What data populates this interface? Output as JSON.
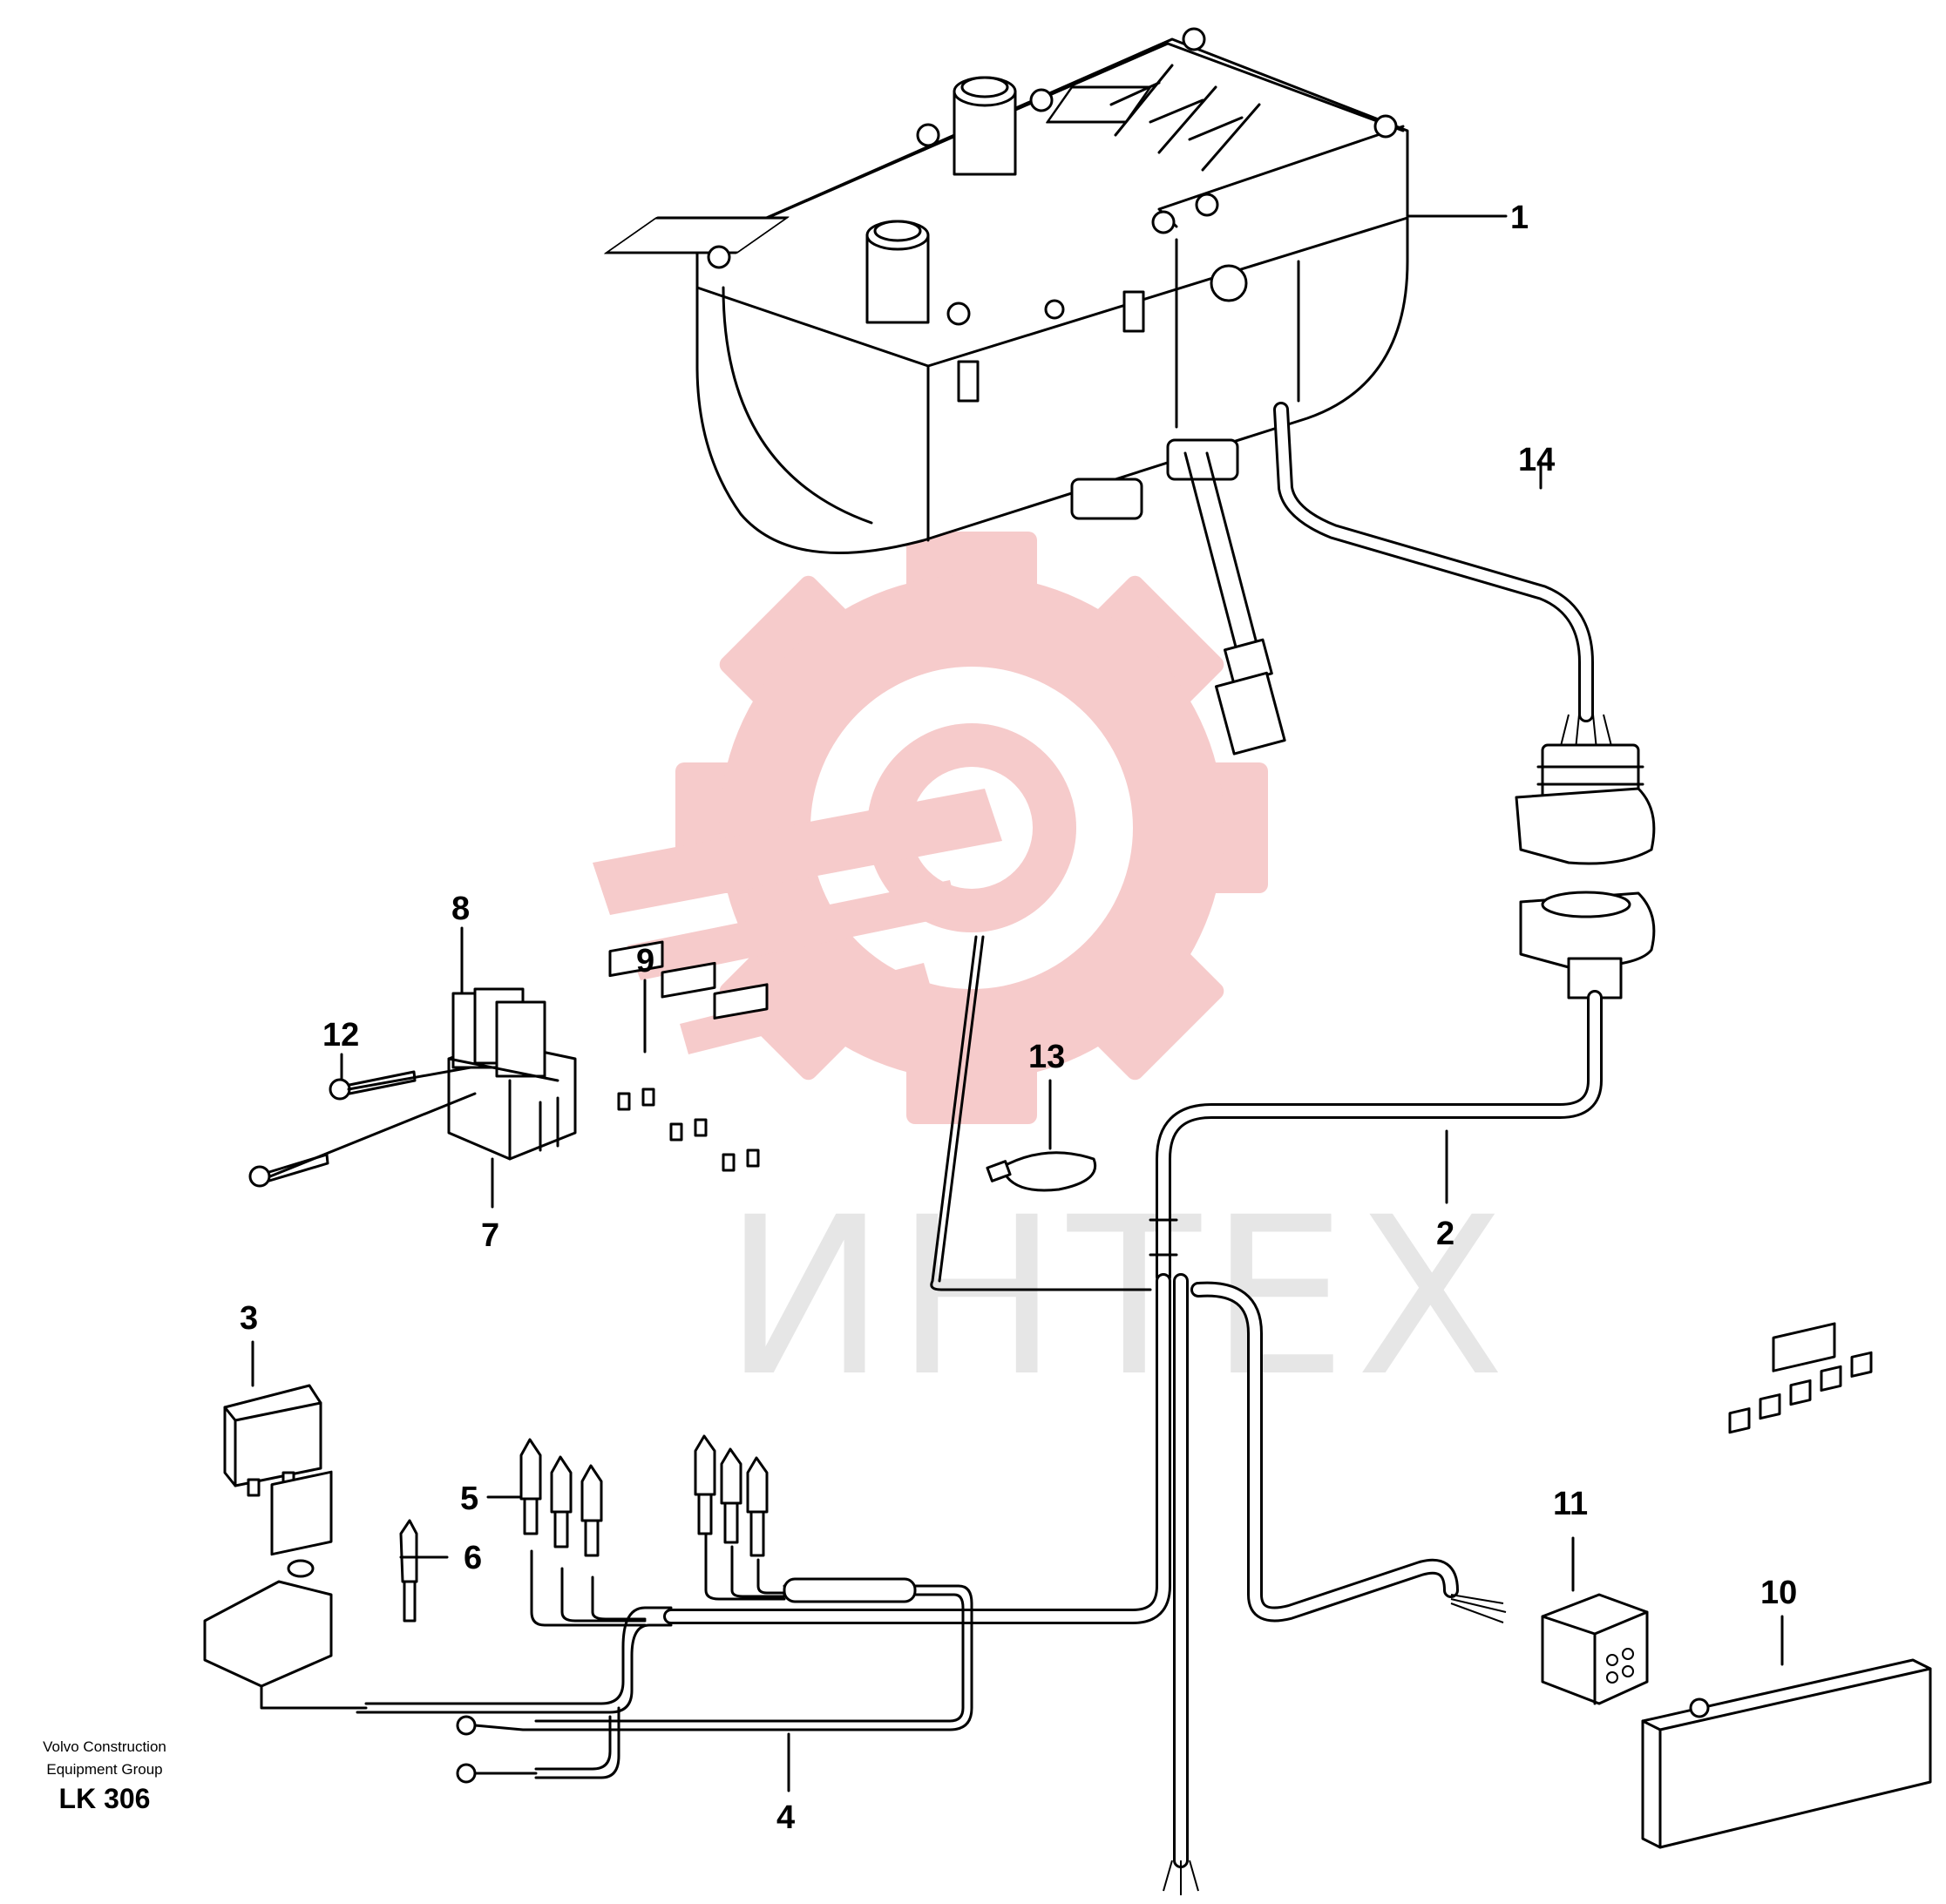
{
  "diagram": {
    "callouts": [
      {
        "id": "1",
        "label": "1"
      },
      {
        "id": "2",
        "label": "2"
      },
      {
        "id": "3",
        "label": "3"
      },
      {
        "id": "4",
        "label": "4"
      },
      {
        "id": "5",
        "label": "5"
      },
      {
        "id": "6",
        "label": "6"
      },
      {
        "id": "7",
        "label": "7"
      },
      {
        "id": "8",
        "label": "8"
      },
      {
        "id": "9",
        "label": "9"
      },
      {
        "id": "10",
        "label": "10"
      },
      {
        "id": "11",
        "label": "11"
      },
      {
        "id": "12",
        "label": "12"
      },
      {
        "id": "13",
        "label": "13"
      },
      {
        "id": "14",
        "label": "14"
      }
    ],
    "caption": {
      "line1": "Volvo Construction",
      "line2": "Equipment Group",
      "code": "LK 306"
    },
    "watermark": {
      "text": "ИНТЕХ",
      "color": "#f5c6c6"
    }
  }
}
